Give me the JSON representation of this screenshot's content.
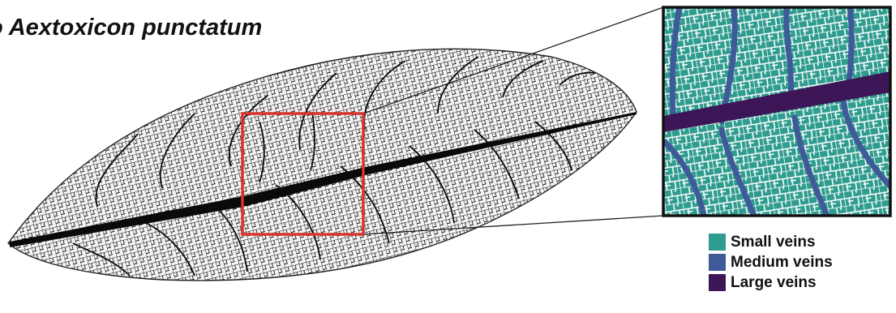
{
  "title": "o Aextoxicon punctatum",
  "legend": [
    {
      "label": "Small veins",
      "color": "#2e9c8e"
    },
    {
      "label": "Medium veins",
      "color": "#3f5a98"
    },
    {
      "label": "Large veins",
      "color": "#3d1657"
    }
  ],
  "colors": {
    "highlight_box": "#d9332c",
    "leaf_vein": "#0a0a0a",
    "inset_background": "#2e9c8e",
    "inset_cell_lines": "#ffffff"
  }
}
